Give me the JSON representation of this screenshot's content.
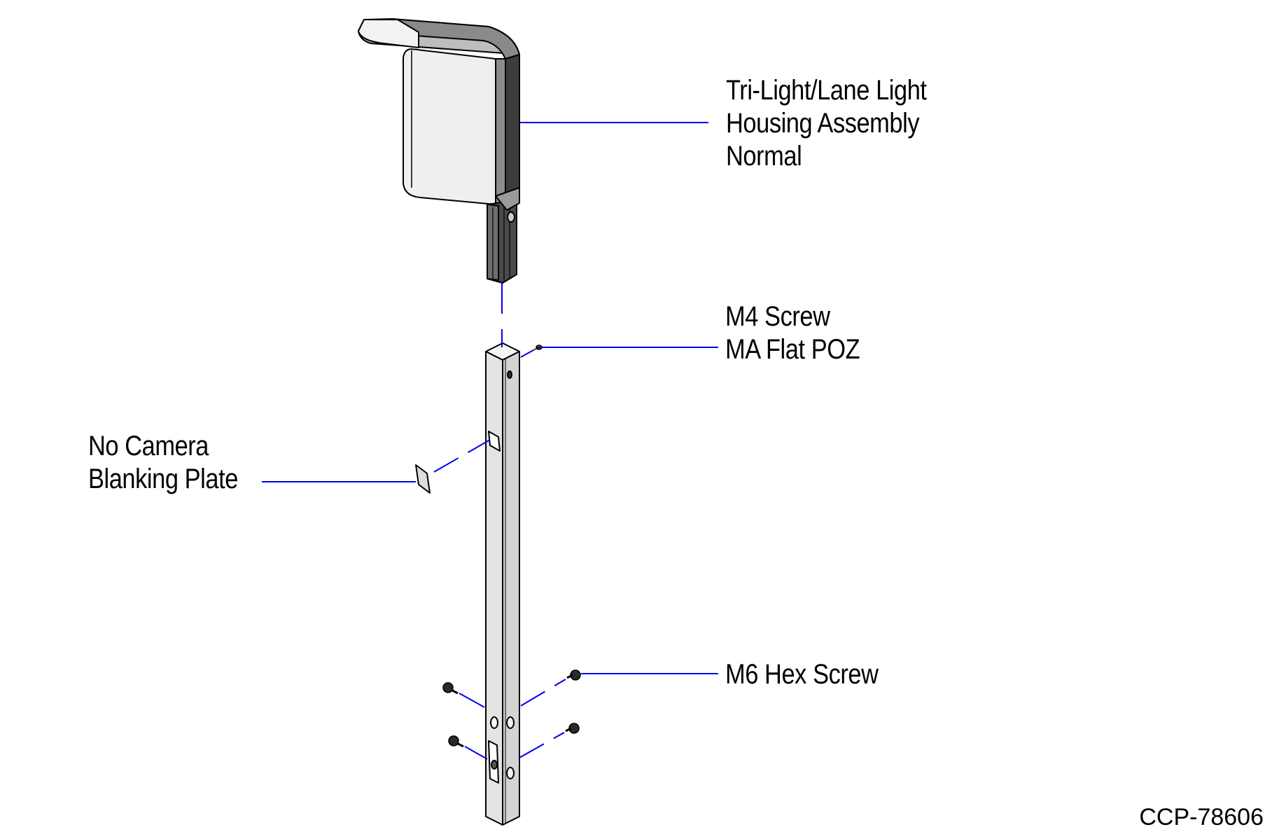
{
  "colors": {
    "leader": "#0000ee",
    "outline": "#000000",
    "pole_fill": "#e2e2e2",
    "housing_face": "#eeeeee",
    "housing_side": "#8c8c8c",
    "housing_dark": "#3a3a3a"
  },
  "callouts": {
    "housing": [
      "Tri-Light/Lane Light",
      "Housing Assembly",
      "Normal"
    ],
    "m4_screw": [
      "M4 Screw",
      "MA Flat POZ"
    ],
    "blanking_plate": [
      "No Camera",
      "Blanking Plate"
    ],
    "m6_screw": [
      "M6 Hex Screw"
    ]
  },
  "figure_id": "CCP-78606"
}
